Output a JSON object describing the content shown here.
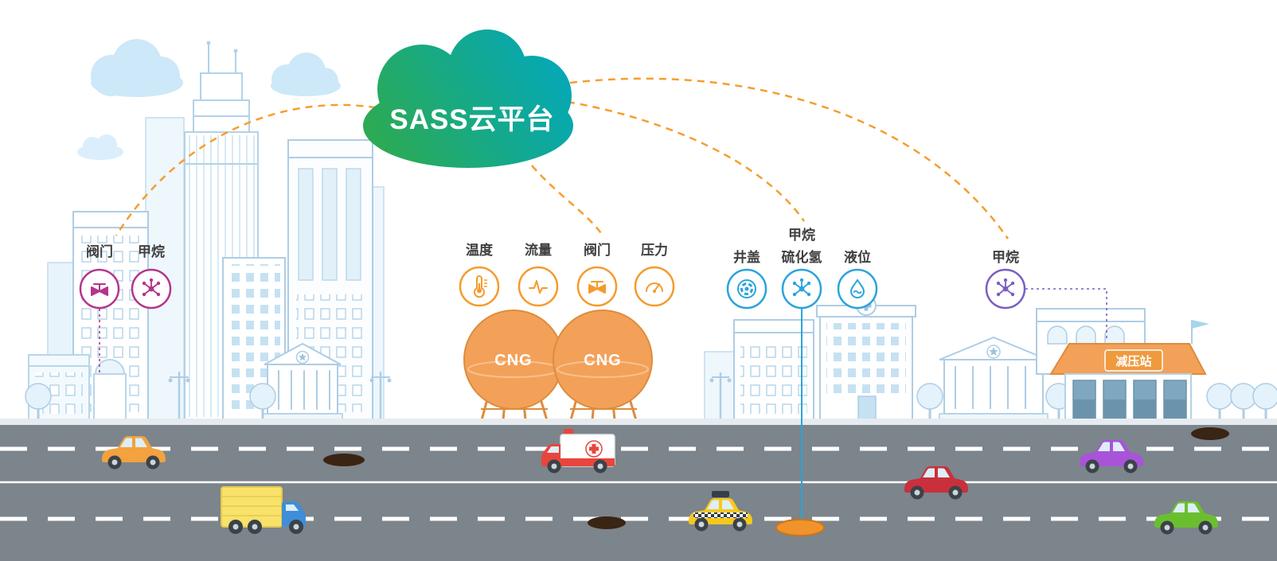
{
  "cloud": {
    "label": "SASS云平台"
  },
  "sensor_groups": {
    "city": {
      "color": "#b5348c",
      "sensors": [
        {
          "label": "阀门",
          "icon": "valve-icon"
        },
        {
          "label": "甲烷",
          "icon": "molecule-icon"
        }
      ]
    },
    "cng_station": {
      "color": "#f59b2d",
      "sensors": [
        {
          "label": "温度",
          "icon": "thermometer-icon"
        },
        {
          "label": "流量",
          "icon": "waveform-icon"
        },
        {
          "label": "阀门",
          "icon": "valve-icon"
        },
        {
          "label": "压力",
          "icon": "gauge-icon"
        }
      ]
    },
    "manhole": {
      "color": "#2aa3dc",
      "sensors": [
        {
          "label": "井盖",
          "icon": "manhole-cover-icon"
        },
        {
          "label_line1": "甲烷",
          "label_line2": "硫化氢",
          "icon": "molecule-icon"
        },
        {
          "label": "液位",
          "icon": "water-drop-icon"
        }
      ]
    },
    "pressure_station": {
      "color": "#7a5ec2",
      "sensors": [
        {
          "label": "甲烷",
          "icon": "molecule-icon"
        }
      ]
    }
  },
  "tanks": {
    "tank1_label": "CNG",
    "tank2_label": "CNG"
  },
  "station": {
    "label": "减压站"
  },
  "palette": {
    "cloud_gradient_start": "#2fab4c",
    "cloud_gradient_end": "#00a7c0",
    "accent_orange": "#f59b2d",
    "accent_magenta": "#b5348c",
    "accent_blue": "#2aa3dc",
    "accent_purple": "#7a5ec2",
    "building_line": "#aecde5",
    "road_gray": "#7c848c",
    "tank_orange": "#f3a159"
  }
}
